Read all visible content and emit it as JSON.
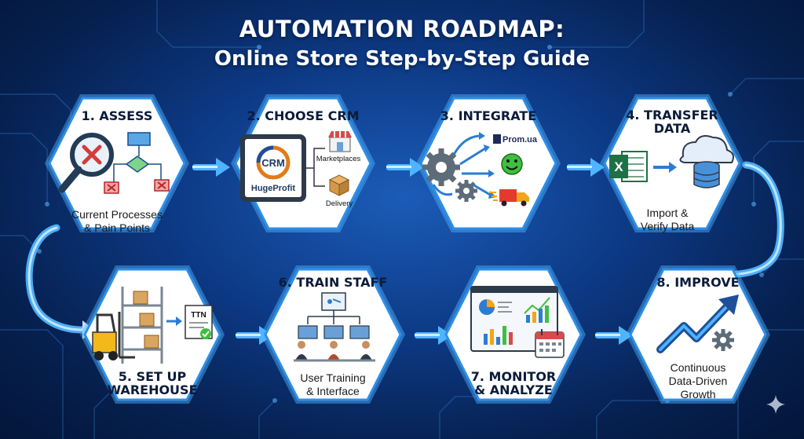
{
  "title": {
    "line1": "AUTOMATION ROADMAP:",
    "line2": "Online Store Step-by-Step Guide"
  },
  "steps": [
    {
      "heading": "1. ASSESS",
      "desc": [
        "Current Processes",
        "& Pain Points"
      ]
    },
    {
      "heading": "2. CHOOSE CRM",
      "desc": [],
      "labels": {
        "crm": "CRM",
        "brand": "HugeProfit",
        "marketplaces": "Marketplaces",
        "delivery": "Delivery"
      }
    },
    {
      "heading": "3. INTEGRATE",
      "desc": [],
      "labels": {
        "prom": "Prom.ua"
      }
    },
    {
      "heading": [
        "4. TRANSFER",
        "DATA"
      ],
      "desc": [
        "Import &",
        "Verify Data"
      ],
      "labels": {
        "excel": "X"
      }
    },
    {
      "heading": [
        "5. SET UP",
        "WAREHOUSE"
      ],
      "desc": [],
      "labels": {
        "ttn": "TTN"
      }
    },
    {
      "heading": "6. TRAIN STAFF",
      "desc": [
        "User Training",
        "& Interface"
      ]
    },
    {
      "heading": [
        "7. MONITOR",
        "& ANALYZE"
      ],
      "desc": []
    },
    {
      "heading": "8. IMPROVE",
      "desc": [
        "Continuous",
        "Data-Driven",
        "Growth"
      ]
    }
  ],
  "colors": {
    "accent": "#3fa9ff",
    "hexFill": "#ffffff",
    "background": "#0d3a86",
    "arrow": "#4fb4ff"
  }
}
